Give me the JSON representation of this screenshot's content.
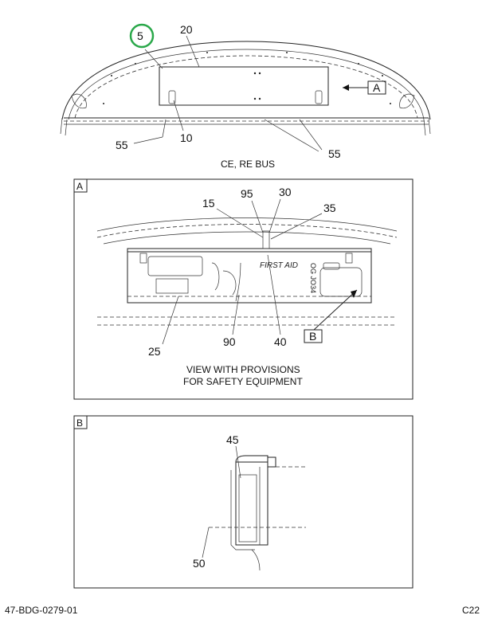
{
  "top_view": {
    "callouts": [
      "5",
      "20",
      "10",
      "55",
      "55"
    ],
    "view_ref": "A",
    "caption": "CE, RE BUS",
    "highlight_color": "#2aa84a"
  },
  "detail_a": {
    "tag": "A",
    "callouts": [
      "15",
      "95",
      "30",
      "35",
      "25",
      "90",
      "40"
    ],
    "view_ref": "B",
    "panel_text_1": "FIRST AID",
    "panel_text_2": "OG JO34",
    "caption_line1": "VIEW WITH PROVISIONS",
    "caption_line2": "FOR SAFETY EQUIPMENT"
  },
  "detail_b": {
    "tag": "B",
    "callouts": [
      "45",
      "50"
    ]
  },
  "footer": {
    "drawing_number": "47-BDG-0279-01",
    "sheet": "C22"
  }
}
